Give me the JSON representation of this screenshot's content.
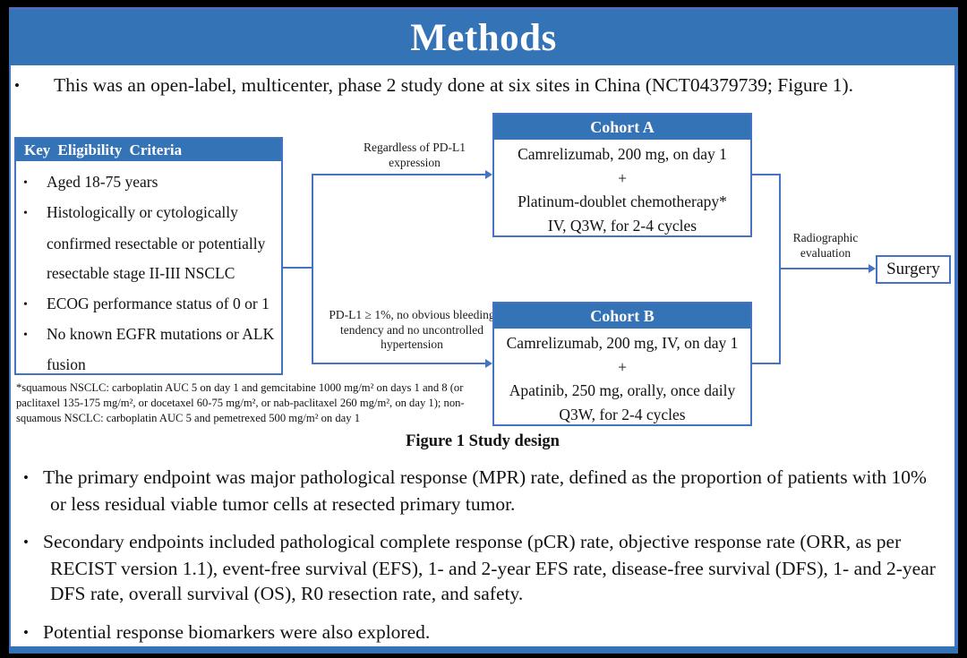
{
  "slide": {
    "title": "Methods",
    "accent_color": "#3573B7",
    "line_color": "#4472C4"
  },
  "intro_bullet": "This was an open-label, multicenter, phase 2 study done at six sites in China (NCT04379739; Figure 1).",
  "figure": {
    "eligibility": {
      "header": "Key Eligibility Criteria",
      "items": [
        "Aged 18-75 years",
        "Histologically or cytologically confirmed resectable or potentially resectable stage II-III NSCLC",
        "ECOG performance status of 0 or 1",
        "No known EGFR mutations or ALK fusion"
      ]
    },
    "branch_top_label": "Regardless of PD-L1 expression",
    "branch_bottom_label": "PD-L1 ≥ 1%, no obvious bleeding tendency and no uncontrolled hypertension",
    "cohort_a": {
      "header": "Cohort A",
      "lines": [
        "Camrelizumab, 200 mg, on day 1",
        "+",
        "Platinum-doublet chemotherapy*",
        "IV, Q3W, for 2-4 cycles"
      ]
    },
    "cohort_b": {
      "header": "Cohort B",
      "lines": [
        "Camrelizumab, 200 mg, IV, on day 1",
        "+",
        "Apatinib, 250 mg, orally, once daily",
        "Q3W, for 2-4 cycles"
      ]
    },
    "evaluation_label": "Radiographic evaluation",
    "surgery_label": "Surgery",
    "footnote": "*squamous NSCLC: carboplatin AUC 5 on day 1 and gemcitabine 1000 mg/m² on days 1 and 8 (or paclitaxel 135-175 mg/m², or docetaxel 60-75 mg/m², or nab-paclitaxel 260 mg/m², on day 1); non-squamous NSCLC: carboplatin AUC 5 and pemetrexed 500 mg/m² on day 1",
    "caption": "Figure 1 Study design"
  },
  "bullets": [
    "The primary endpoint was major pathological response (MPR) rate, defined as the proportion of patients with 10% or less residual viable tumor cells at resected primary tumor.",
    "Secondary endpoints included pathological complete response (pCR) rate, objective response rate (ORR, as per RECIST version 1.1), event-free survival (EFS), 1- and 2-year EFS rate, disease-free survival (DFS), 1- and 2-year DFS rate, overall survival (OS), R0 resection rate, and safety.",
    "Potential response biomarkers were also explored."
  ]
}
